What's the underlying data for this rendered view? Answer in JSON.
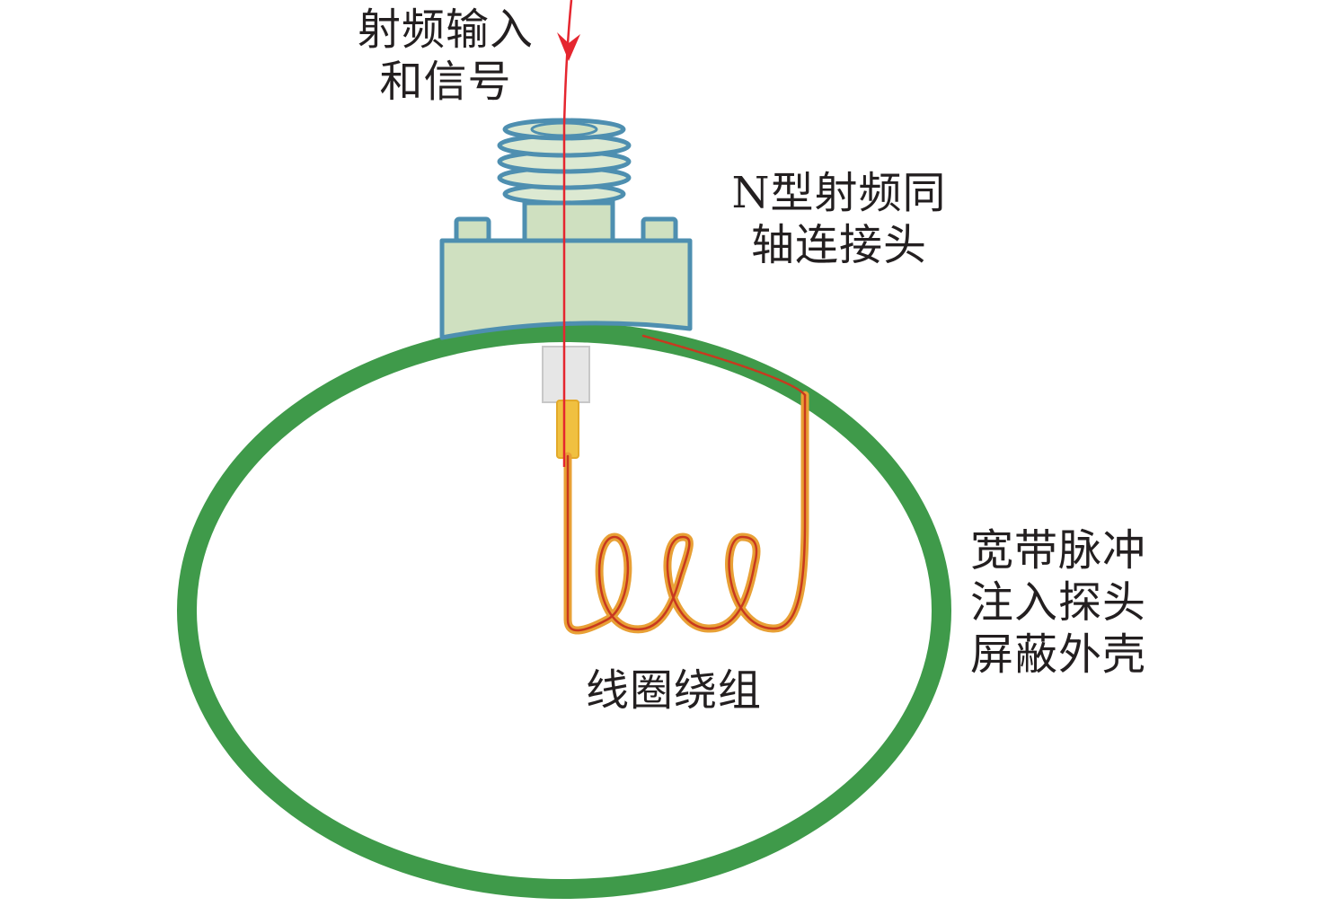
{
  "labels": {
    "rf_input": [
      "射频输入",
      "和信号"
    ],
    "connector": [
      "N型射频同",
      "轴连接头"
    ],
    "shell": [
      "宽带脉冲",
      "注入探头",
      "屏蔽外壳"
    ],
    "coil": "线圈绕组"
  },
  "colors": {
    "shell_ring": "#3f9a4a",
    "connector_fill": "#cfe0c0",
    "connector_outline": "#4e8fb0",
    "thread_blue": "#4e8fb0",
    "signal_line": "#e5262f",
    "coil_wire": "#e8a035",
    "coil_core": "#c8391f",
    "pin_gold": "#f0c040",
    "insulator": "#e6e6e6"
  },
  "icons": {
    "signal_arrow": "arrow-down-icon"
  }
}
